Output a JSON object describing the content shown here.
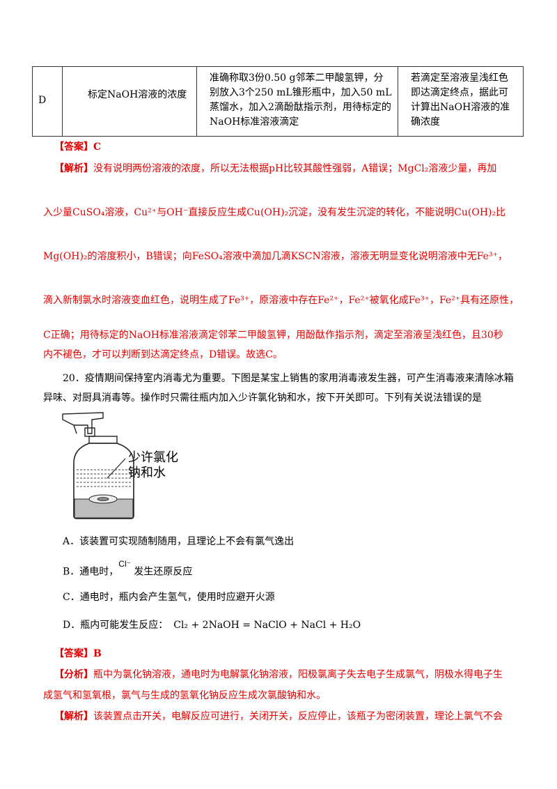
{
  "table_row": {
    "label": "D",
    "experiment": "标定NaOH溶液的浓度",
    "procedure": "准确称取3份0.50 g邻苯二甲酸氢钾，分别放入3个250 mL锥形瓶中，加入50 mL蒸馏水，加入2滴酚酞指示剂，用待标定的NaOH标准溶液滴定",
    "conclusion": "若滴定至溶液呈浅红色即达滴定终点，据此可计算出NaOH溶液的准确浓度"
  },
  "q19": {
    "answer_tag": "【答案】",
    "answer": "C",
    "analysis_tag": "【解析】",
    "lines": [
      "没有说明两份溶液的浓度，所以无法根据pH比较其酸性强弱，A错误；MgCl₂溶液少量，再加",
      "入少量CuSO₄溶液，Cu²⁺与OH⁻直接反应生成Cu(OH)₂沉淀，没有发生沉淀的转化，不能说明Cu(OH)₂比",
      "Mg(OH)₂的溶度积小，B错误；向FeSO₄溶液中滴加几滴KSCN溶液，溶液无明显变化说明溶液中无Fe³⁺，",
      "滴入新制氯水时溶液变血红色，说明生成了Fe³⁺，原溶液中存在Fe²⁺，Fe²⁺被氧化成Fe³⁺，Fe²⁺具有还原性，",
      "C正确；用待标定的NaOH标准溶液滴定邻苯二甲酸氢钾，用酚酞作指示剂，滴定至溶液呈浅红色，且30秒",
      "内不褪色，才可以判断到达滴定终点，D错误。故选C。"
    ]
  },
  "q20": {
    "stem_line1": "20．疫情期间保持室内消毒尤为重要。下图是某宝上销售的家用消毒液发生器，可产生消毒液来清除冰箱",
    "stem_line2": "异味、对厨具消毒等。操作时只需往瓶内加入少许氯化钠和水，按下开关即可。下列有关说法错误的是",
    "figure_label_1": "少许氯化",
    "figure_label_2": "钠和水",
    "options": {
      "A": "A．该装置可实现随制随用，且理论上不会有氯气逸出",
      "B_pre": "B．通电时，",
      "B_ion": "Cl⁻",
      "B_post": "发生还原反应",
      "C": "C．通电时，瓶内会产生氢气，使用时应避开火源",
      "D_pre": "D．瓶内可能发生反应：",
      "D_eq": "Cl₂ + 2NaOH = NaClO + NaCl + H₂O"
    },
    "answer_tag": "【答案】",
    "answer": "B",
    "fenxi_tag": "【分析】",
    "fenxi_lines": [
      "瓶中为氯化钠溶液，通电时为电解氯化钠溶液，阳极氯离子失去电子生成氯气，阴极水得电子生",
      "成氢气和氢氧根，氯气与生成的氢氧化钠反应生成次氯酸钠和水。"
    ],
    "analysis_tag": "【解析】",
    "analysis_line": "该装置点击开关，电解反应可进行，关闭开关，反应停止，该瓶子为密闭装置，理论上氯气不会"
  }
}
